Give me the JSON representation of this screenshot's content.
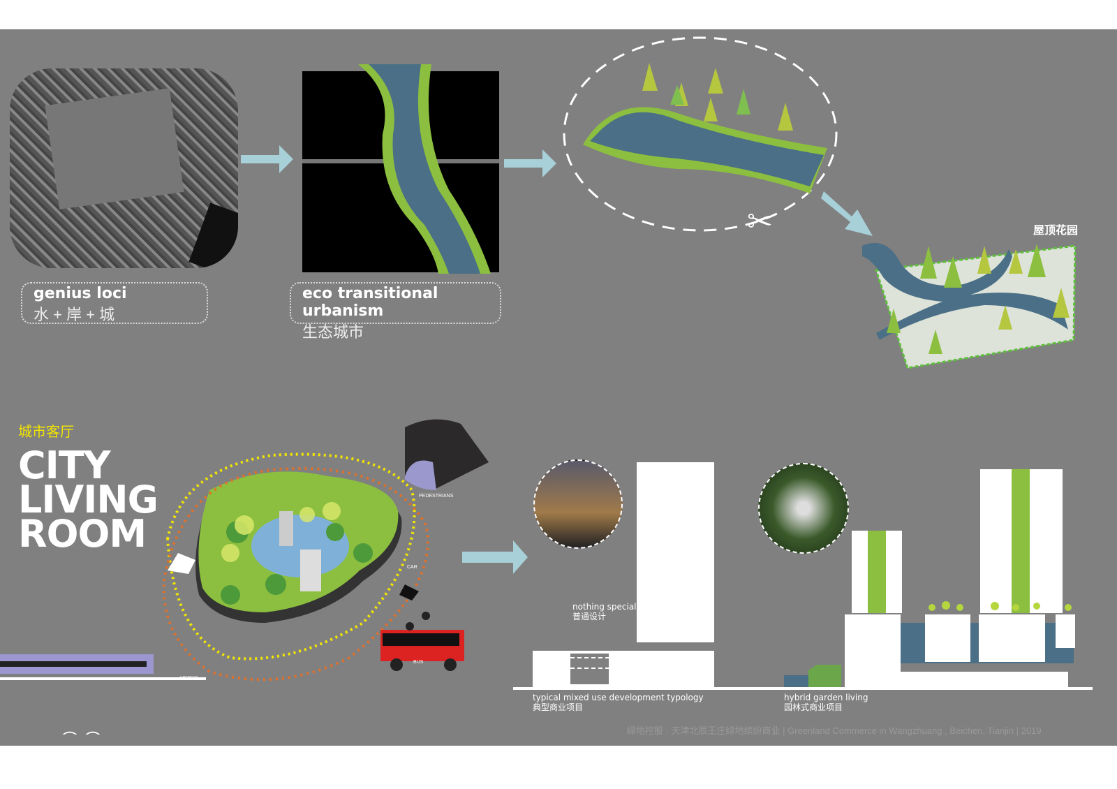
{
  "stage1": {
    "title": "genius loci",
    "subtitle": "水 + 岸 + 城"
  },
  "stage2": {
    "title": "eco transitional urbanism",
    "subtitle": "生态城市"
  },
  "stage3": {
    "label": "屋顶花园"
  },
  "section": {
    "cn_title": "城市客厅",
    "title_lines": [
      "CITY",
      "LIVING",
      "ROOM"
    ]
  },
  "transport": {
    "pedestrians": "PEDESTRIANS",
    "car": "CAR",
    "bus": "BUS",
    "metro": "METRO"
  },
  "typology": {
    "nothing_en": "nothing special",
    "nothing_cn": "普通设计",
    "typical_en": "typical mixed use development typology",
    "typical_cn": "典型商业项目",
    "hybrid_en": "hybrid garden living",
    "hybrid_cn": "园林式商业项目"
  },
  "footer": "绿地控股 · 天津北辰王庄绿地缤纷商业 |  Greenland Commerce in Wangzhuang , Beichen, Tianjin  |  2019",
  "colors": {
    "bg": "#808080",
    "green": "#8cbf3f",
    "river": "#4a6f86",
    "arrow": "#a8d0d8",
    "yellow": "#f2e600"
  }
}
